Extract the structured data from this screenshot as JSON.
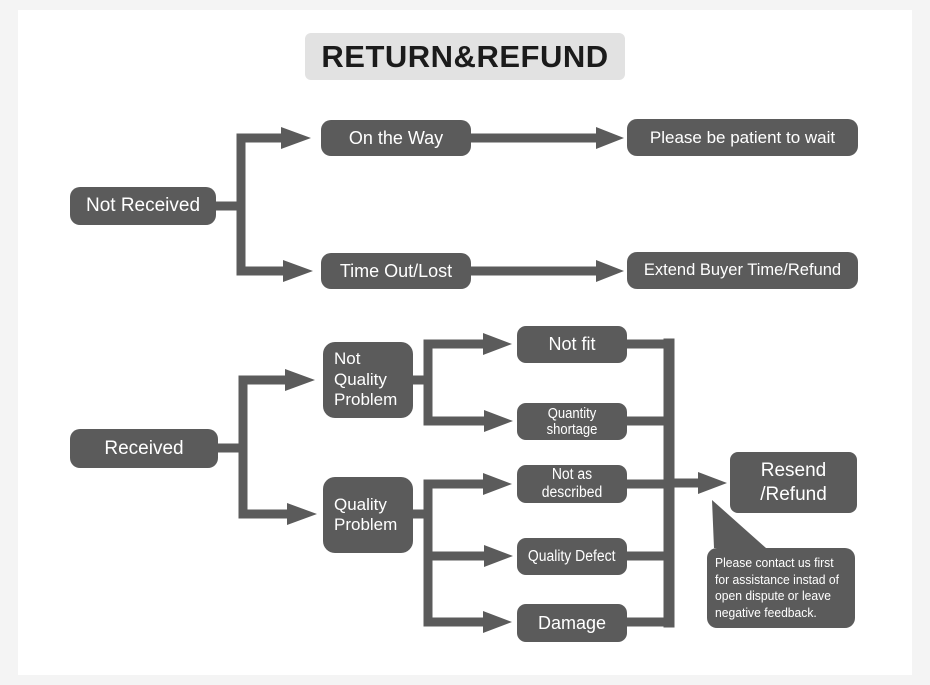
{
  "title": "RETURN&REFUND",
  "colors": {
    "node_bg": "#5b5b5b",
    "node_text": "#ffffff",
    "title_bg": "#e2e2e2",
    "title_text": "#1b1b1b",
    "canvas_bg": "#ffffff",
    "page_bg": "#f4f4f4",
    "connector": "#5b5b5b"
  },
  "nodes": {
    "not_received": "Not Received",
    "on_the_way": "On the Way",
    "please_wait": "Please be patient to wait",
    "time_out_lost": "Time Out/Lost",
    "extend_refund": "Extend Buyer Time/Refund",
    "received": "Received",
    "not_quality_problem": "Not\nQuality\nProblem",
    "quality_problem": "Quality\nProblem",
    "not_fit": "Not fit",
    "quantity_shortage": "Quantity shortage",
    "not_as_described": "Not as described",
    "quality_defect": "Quality Defect",
    "damage": "Damage",
    "resend_refund": "Resend\n/Refund",
    "note": "Please contact us first\nfor assistance instad of\nopen dispute or leave\nnegative feedback."
  }
}
